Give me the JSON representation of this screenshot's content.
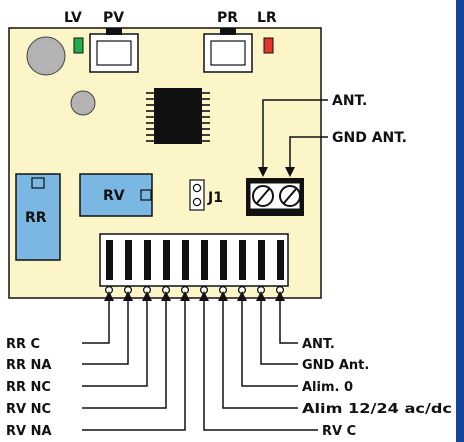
{
  "colors": {
    "board": "#fbf5c8",
    "blue_relay": "#7ab7e2",
    "led_green": "#1fae4b",
    "led_red": "#e2352b",
    "right_bar": "#1446a0",
    "ink": "#111111"
  },
  "top_labels": {
    "lv": "LV",
    "pv": "PV",
    "pr": "PR",
    "lr": "LR"
  },
  "components": {
    "rr": "RR",
    "rv": "RV",
    "j1": "J1"
  },
  "antenna_labels": {
    "ant": "ANT.",
    "gnd_ant": "GND ANT."
  },
  "left_pins": [
    "RR C",
    "RR NA",
    "RR NC",
    "RV NC",
    "RV NA"
  ],
  "right_pins": [
    "ANT.",
    "GND Ant.",
    "Alim. 0",
    "Alim 12/24 ac/dc",
    "RV C"
  ]
}
